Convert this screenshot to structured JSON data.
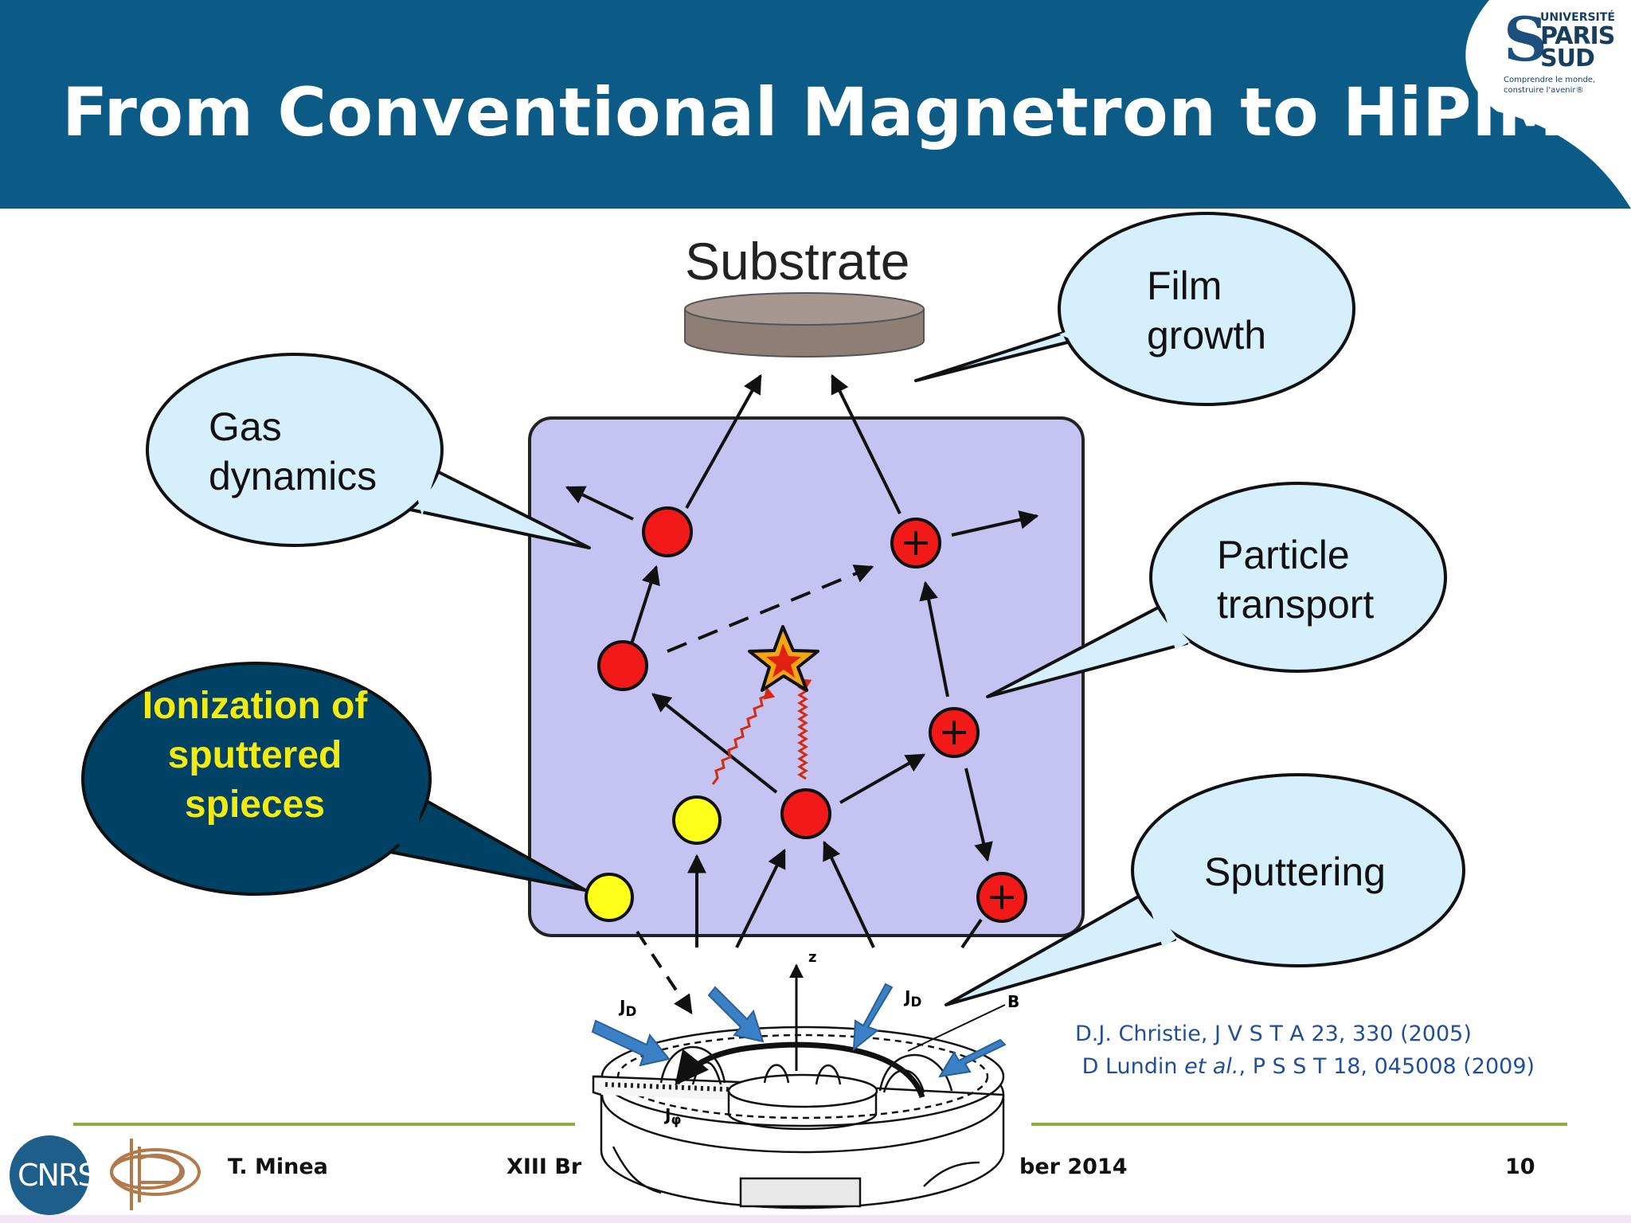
{
  "slide": {
    "title": "From Conventional Magnetron to HiPIMS",
    "logo": {
      "text_universite": "UNIVERSITÉ",
      "text_paris": "PARIS",
      "text_sud": "SUD",
      "tagline": "Comprendre le monde, construire l'avenir®"
    },
    "colors": {
      "header": "#0c5b87",
      "bubble": "#d6effc",
      "highlight_bubble": "#004265",
      "plasma_box": "#c4c3f2",
      "particle_red": "#f21919",
      "particle_yellow": "#ffff1a",
      "footer_line": "#88b23c",
      "arrow_blue": "#3b80c4"
    }
  },
  "diagram": {
    "substrate_label": "Substrate",
    "bubbles": {
      "film_growth": [
        "Film",
        "growth"
      ],
      "gas_dynamics": [
        "Gas",
        "dynamics"
      ],
      "particle_transport": [
        "Particle",
        "transport"
      ],
      "sputtering": "Sputtering",
      "ionization": "Ionization of sputtered spieces"
    },
    "magnetron_labels": {
      "jd_left": "J",
      "jd_right": "J",
      "jd_sub": "D",
      "z_axis": "z",
      "b_field": "B",
      "j_phi": "J",
      "j_phi_sub": "φ"
    },
    "particle_symbols": {
      "ion": "+"
    }
  },
  "references": {
    "ref1": "D.J. Christie, J V S T A 23, 330 (2005)",
    "ref2_pre": "D Lundin ",
    "ref2_etal": "et al.",
    "ref2_post": ", P S S T 18, 045008 (2009)"
  },
  "footer": {
    "author": "T. Minea",
    "conference": "XIII Br",
    "date": "ber 2014",
    "page": "10",
    "cnrs": "CNRS"
  }
}
